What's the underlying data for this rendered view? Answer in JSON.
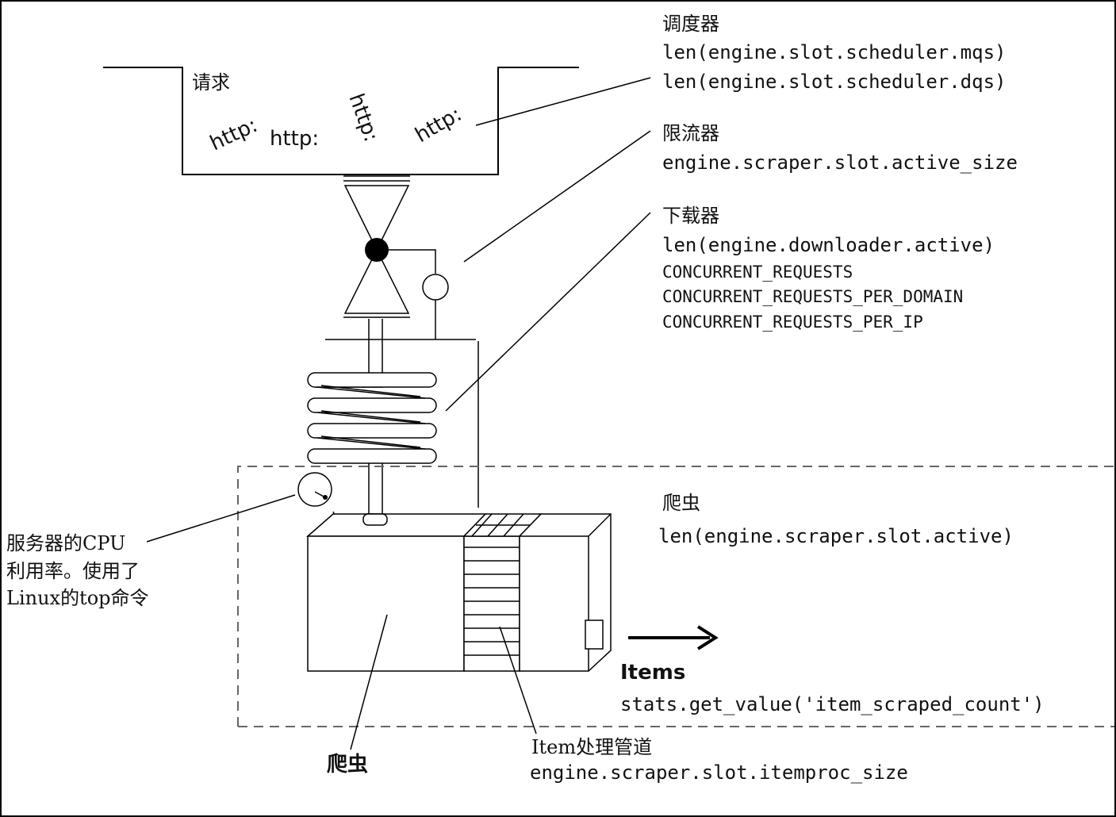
{
  "scheduler": {
    "title": "调度器",
    "lines": [
      "len(engine.slot.scheduler.mqs)",
      "len(engine.slot.scheduler.dqs)"
    ]
  },
  "requests": {
    "title": "请求",
    "urls": [
      "http:",
      "http:",
      "http:",
      "http:"
    ]
  },
  "throttler": {
    "title": "限流器",
    "lines": [
      "engine.scraper.slot.active_size"
    ]
  },
  "downloader": {
    "title": "下载器",
    "lines": [
      "len(engine.downloader.active)",
      "CONCURRENT_REQUESTS",
      "CONCURRENT_REQUESTS_PER_DOMAIN",
      "CONCURRENT_REQUESTS_PER_IP"
    ]
  },
  "spider_box": {
    "title": "爬虫",
    "lines": [
      "len(engine.scraper.slot.active)"
    ]
  },
  "cpu": {
    "lines": [
      "服务器的CPU",
      "利用率。使用了",
      "Linux的top命令"
    ]
  },
  "items": {
    "title": "Items",
    "lines": [
      "stats.get_value('item_scraped_count')"
    ]
  },
  "spider_label": "爬虫",
  "pipeline": {
    "title": "Item处理管道",
    "lines": [
      "engine.scraper.slot.itemproc_size"
    ]
  }
}
